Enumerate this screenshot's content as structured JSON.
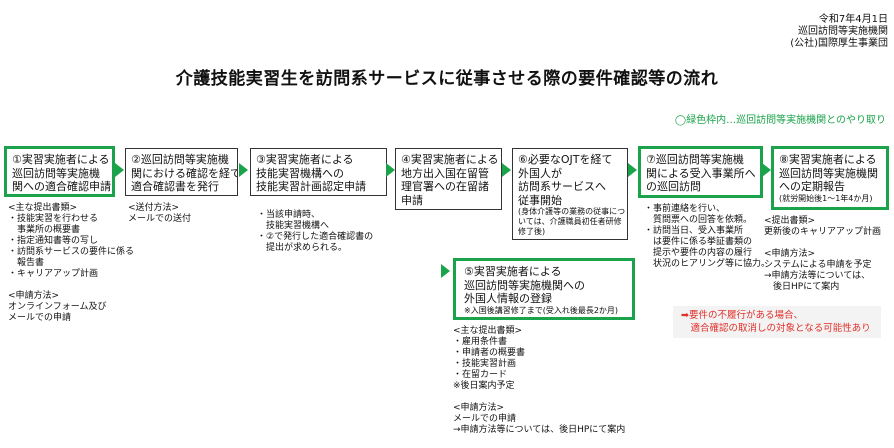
{
  "header": {
    "date": "令和7年4月1日",
    "org1": "巡回訪問等実施機関",
    "org2": "(公社)国際厚生事業団"
  },
  "title": "介護技能実習生を訪問系サービスに従事させる際の要件確認等の流れ",
  "legend": "◯緑色枠内…巡回訪問等実施機関とのやり取り",
  "steps": [
    {
      "lines": [
        "①実習実施者による",
        "巡回訪問等実施機",
        "関への適合確認申請"
      ]
    },
    {
      "lines": [
        "②巡回訪問等実施機",
        "関における確認を経て、",
        "適合確認書を発行"
      ]
    },
    {
      "lines": [
        "③実習実施者による",
        "技能実習機構への",
        "技能実習計画認定申請"
      ]
    },
    {
      "lines": [
        "④実習実施者による",
        "地方出入国在留管",
        "理官署への在留諸",
        "申請"
      ]
    },
    {
      "lines": [
        "⑥必要なOJTを経て",
        "外国人が",
        "訪問系サービスへ",
        "従事開始"
      ],
      "sub": [
        "(身体介護等の業務の従事につ",
        "いては、介護職員初任者研修",
        "修了後)"
      ]
    },
    {
      "lines": [
        "⑦巡回訪問等実施機",
        "関による受入事業所へ",
        "の巡回訪問"
      ]
    },
    {
      "lines": [
        "⑧実習実施者による",
        "巡回訪問等実施機関",
        "への定期報告"
      ],
      "sub": [
        "(就労開始後1～1年4か月)"
      ]
    },
    {
      "lines": [
        "⑤実習実施者による",
        "巡回訪問等実施機関への",
        "外国人情報の登録"
      ],
      "sub": [
        "※入国後講習修了まで(受入れ後最長2か月)"
      ]
    }
  ],
  "notes": {
    "n1": [
      "<主な提出書類>",
      "・技能実習を行わせる",
      "　事業所の概要書",
      "・指定通知書等の写し",
      "・訪問系サービスの要件に係る",
      "　報告書",
      "・キャリアアップ計画",
      "",
      "<申請方法>",
      "オンラインフォーム及び",
      "メールでの申請"
    ],
    "n2": [
      "<送付方法>",
      "メールでの送付"
    ],
    "n3": [
      "・当該申請時、",
      "　技能実習機構へ",
      "・②で発行した適合確認書の",
      "　提出が求められる。"
    ],
    "n7": [
      "・事前連絡を行い、",
      "　質問票への回答を依頼。",
      "・訪問当日、受入事業所",
      "　は要件に係る挙証書類の",
      "　提示や要件の内容の履行",
      "　状況のヒアリング等に協力。"
    ],
    "n8": [
      "<提出書類>",
      "更新後のキャリアアップ計画",
      "",
      "<申請方法>",
      "システムによる申請を予定",
      "→申請方法等については、",
      "　後日HPにて案内"
    ],
    "n5": [
      "<主な提出書類>",
      "・雇用条件書",
      "・申請者の概要書",
      "・技能実習計画",
      "・在留カード",
      "※後日案内予定",
      "",
      "<申請方法>",
      "メールでの申請",
      "→申請方法等については、後日HPにて案内"
    ]
  },
  "warning": [
    "➡要件の不履行がある場合、",
    "　適合確認の取消しの対象となる可能性あり"
  ],
  "colors": {
    "accent_green": "#1aa34a",
    "warning_red": "#e0302a"
  }
}
